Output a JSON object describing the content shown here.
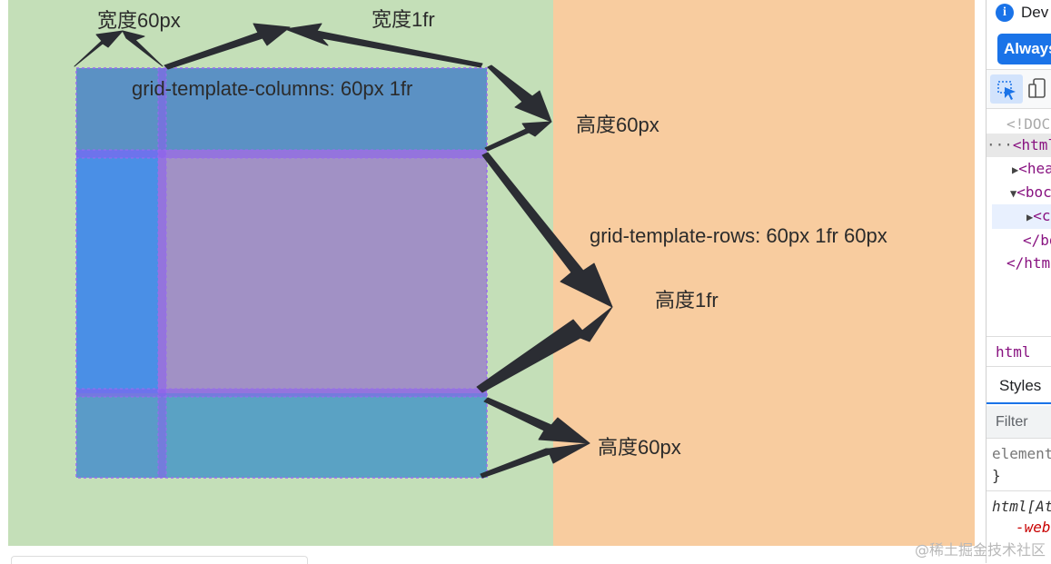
{
  "annotations": {
    "width_col1": "宽度60px",
    "width_col2": "宽度1fr",
    "columns_rule": "grid-template-columns: 60px 1fr",
    "height_row1": "高度60px",
    "rows_rule": "grid-template-rows: 60px 1fr 60px",
    "height_row2": "高度1fr",
    "height_row3": "高度60px"
  },
  "colors": {
    "page_bg": "#c4dfb8",
    "orange_region": "#f8cc9f",
    "cell_top": "#5b91c4",
    "cell_left": "#4a8fe6",
    "cell_main": "#a191c5",
    "cell_bottom": "#5aa2c4",
    "grid_line": "#9a6cf0",
    "arrow": "#2b2d33"
  },
  "devtools": {
    "info_text": "Dev",
    "always_button": "Always",
    "dom_lines": {
      "doctype": "<!DOC",
      "html_open": "<html",
      "head": "<hea",
      "body": "<boc",
      "child": "<c",
      "body_close": "</bo",
      "html_close": "</htm"
    },
    "breadcrumb": "html",
    "styles_tab": "Styles",
    "filter_placeholder": "Filter",
    "element_rule": "element",
    "brace_close": "}",
    "html_rule": "html[At",
    "prop": "-web"
  },
  "watermark": "@稀土掘金技术社区"
}
